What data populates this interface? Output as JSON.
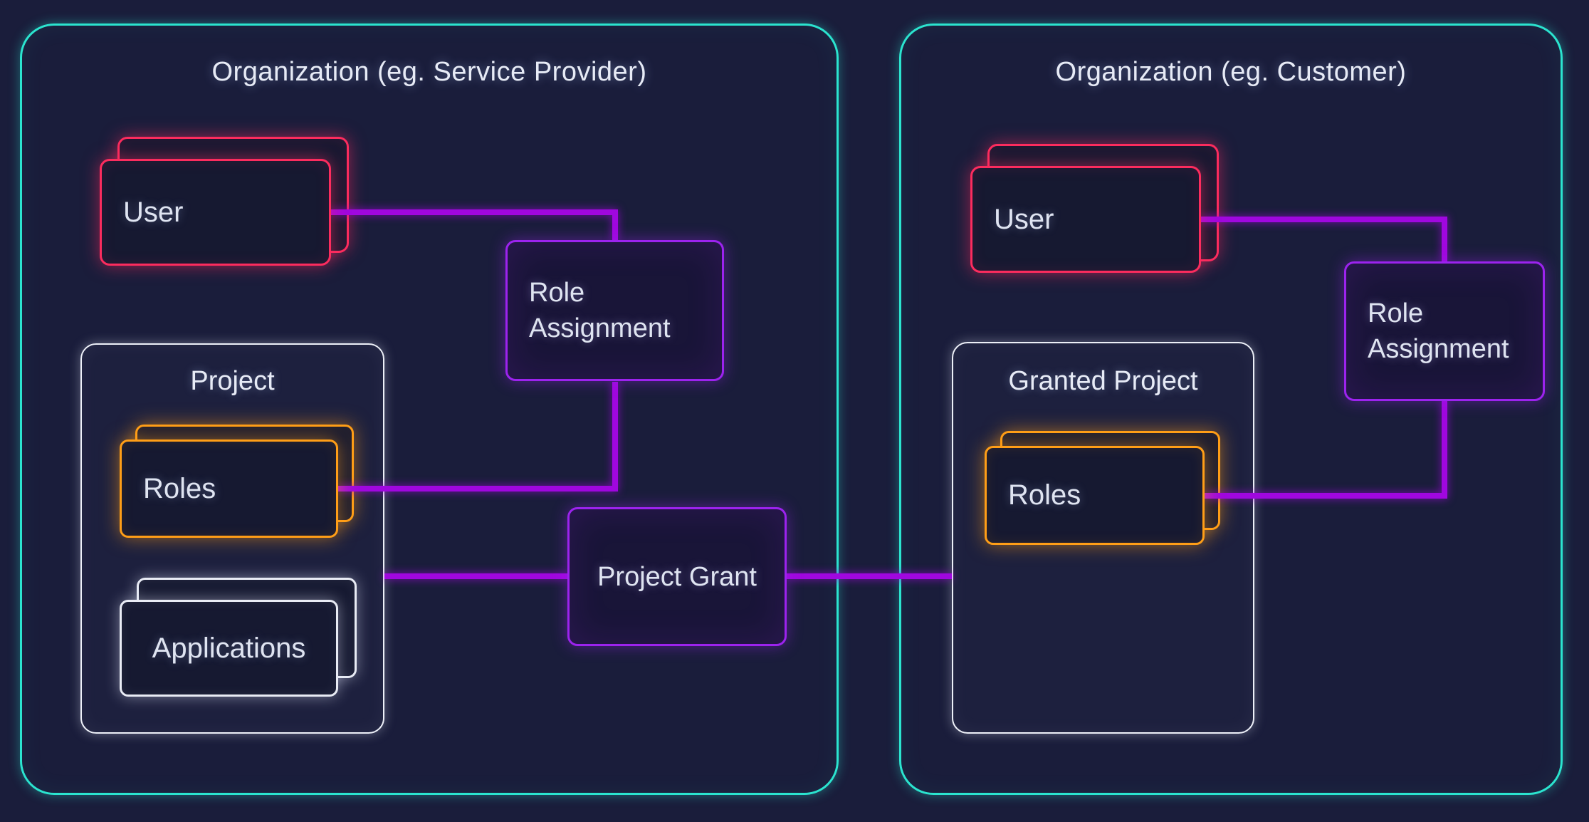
{
  "colors": {
    "background": "#1a1d3b",
    "org_border": "#2be4cf",
    "user_border": "#fc2c5e",
    "roles_border": "#ff9e17",
    "neutral_border": "#edf0f8",
    "purple_border": "#9c23ee",
    "connector": "#a007df",
    "text": "#dfe4f1"
  },
  "left_org": {
    "title": "Organization (eg. Service Provider)",
    "user": {
      "label": "User"
    },
    "role_assignment": {
      "label": "Role Assignment"
    },
    "project": {
      "title": "Project",
      "roles": {
        "label": "Roles"
      },
      "applications": {
        "label": "Applications"
      }
    }
  },
  "project_grant": {
    "label": "Project Grant"
  },
  "right_org": {
    "title": "Organization (eg. Customer)",
    "user": {
      "label": "User"
    },
    "role_assignment": {
      "label": "Role Assignment"
    },
    "granted_project": {
      "title": "Granted Project",
      "roles": {
        "label": "Roles"
      }
    }
  }
}
